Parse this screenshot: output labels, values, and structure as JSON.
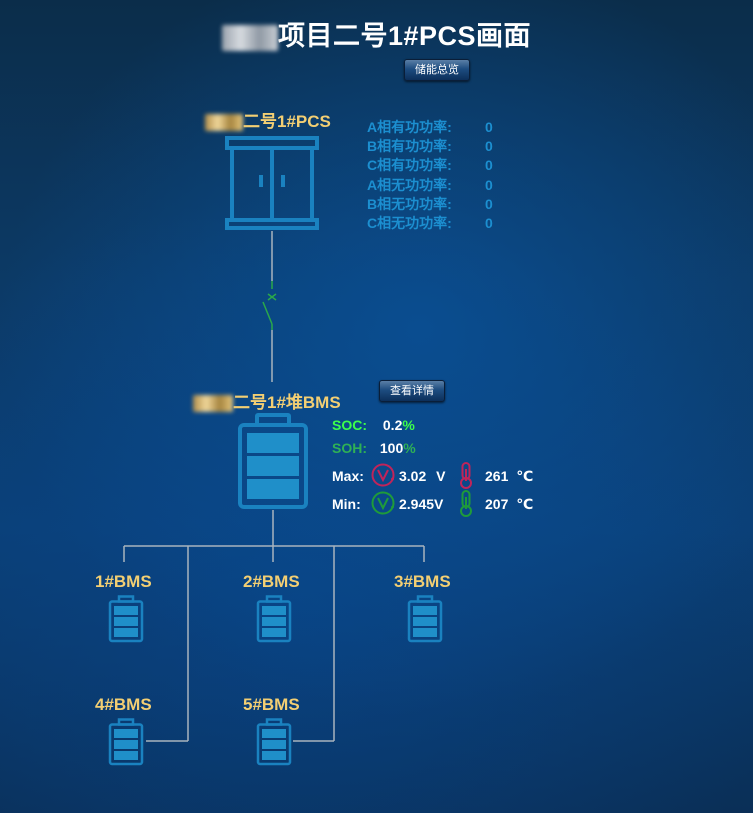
{
  "header": {
    "title": "项目二号1#PCS画面",
    "overview_button": "储能总览"
  },
  "pcs": {
    "name": "二号1#PCS",
    "params": [
      {
        "label": "A相有功功率:",
        "value": "0"
      },
      {
        "label": "B相有功功率:",
        "value": "0"
      },
      {
        "label": "C相有功功率:",
        "value": "0"
      },
      {
        "label": "A相无功功率:",
        "value": "0"
      },
      {
        "label": "B相无功功率:",
        "value": "0"
      },
      {
        "label": "C相无功功率:",
        "value": "0"
      }
    ]
  },
  "stack_bms": {
    "name": "二号1#堆BMS",
    "detail_button": "查看详情",
    "soc_label": "SOC:",
    "soc_value": "0.2",
    "soc_unit": "%",
    "soh_label": "SOH:",
    "soh_value": "100",
    "soh_unit": "%",
    "max_label": "Max:",
    "max_voltage": "3.02",
    "max_voltage_unit": "V",
    "max_temp": "261",
    "max_temp_unit": "℃",
    "min_label": "Min:",
    "min_voltage": "2.945V",
    "min_temp": "207",
    "min_temp_unit": "℃"
  },
  "bms_units": [
    {
      "name": "1#BMS"
    },
    {
      "name": "2#BMS"
    },
    {
      "name": "3#BMS"
    },
    {
      "name": "4#BMS"
    },
    {
      "name": "5#BMS"
    }
  ],
  "colors": {
    "accent_blue": "#1c8fd0",
    "label_gold": "#f3cf73",
    "soc_green": "#3cff4b",
    "voltage_max": "#c0245a",
    "voltage_min": "#1f9b3a"
  },
  "icons": {
    "pcs": "cabinet-icon",
    "battery": "battery-icon",
    "voltmeter_max": "voltmeter-icon",
    "thermometer_max": "thermometer-icon",
    "switch": "breaker-switch-icon"
  }
}
